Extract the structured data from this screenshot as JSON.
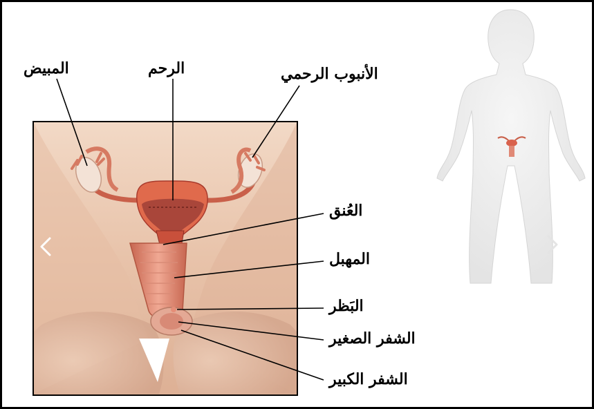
{
  "labels": {
    "ovary": "المبيض",
    "uterus": "الرحم",
    "fallopian_tube": "الأنبوب الرحمي",
    "cervix": "العُنق",
    "vagina": "المهبل",
    "clitoris": "البَظر",
    "labia_minora": "الشفر الصغير",
    "labia_majora": "الشفر الكبير"
  },
  "nav": {
    "prev_icon": "chevron-left-icon",
    "next_icon": "chevron-right-icon"
  },
  "colors": {
    "organ": "#d9624d",
    "organ_dark": "#a83a2c",
    "skin": "#e9c9b4",
    "silhouette": "#efefef"
  }
}
